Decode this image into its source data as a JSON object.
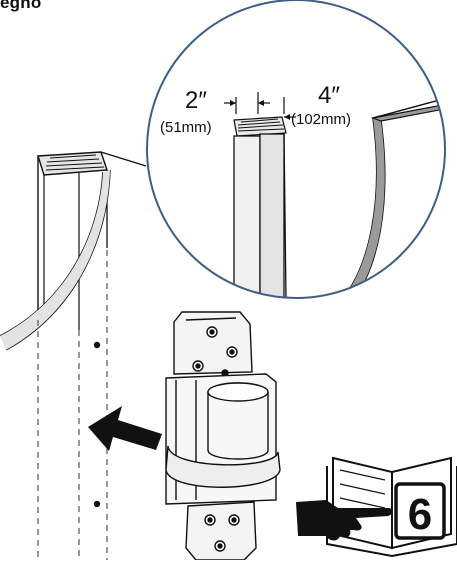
{
  "heading": "egno",
  "dimensions": {
    "stud_width_in": "2″",
    "stud_width_mm": "(51mm)",
    "stud_depth_in": "4″",
    "stud_depth_mm": "(102mm)"
  },
  "reference": {
    "page_number": "6"
  },
  "icons": {
    "book": "open-book-icon",
    "hand": "pointing-hand-icon",
    "arrow": "insert-arrow-icon"
  },
  "colors": {
    "magnifier_ring": "#3d5f86",
    "line": "#111111",
    "stud_fill": "#f1f1f1"
  }
}
